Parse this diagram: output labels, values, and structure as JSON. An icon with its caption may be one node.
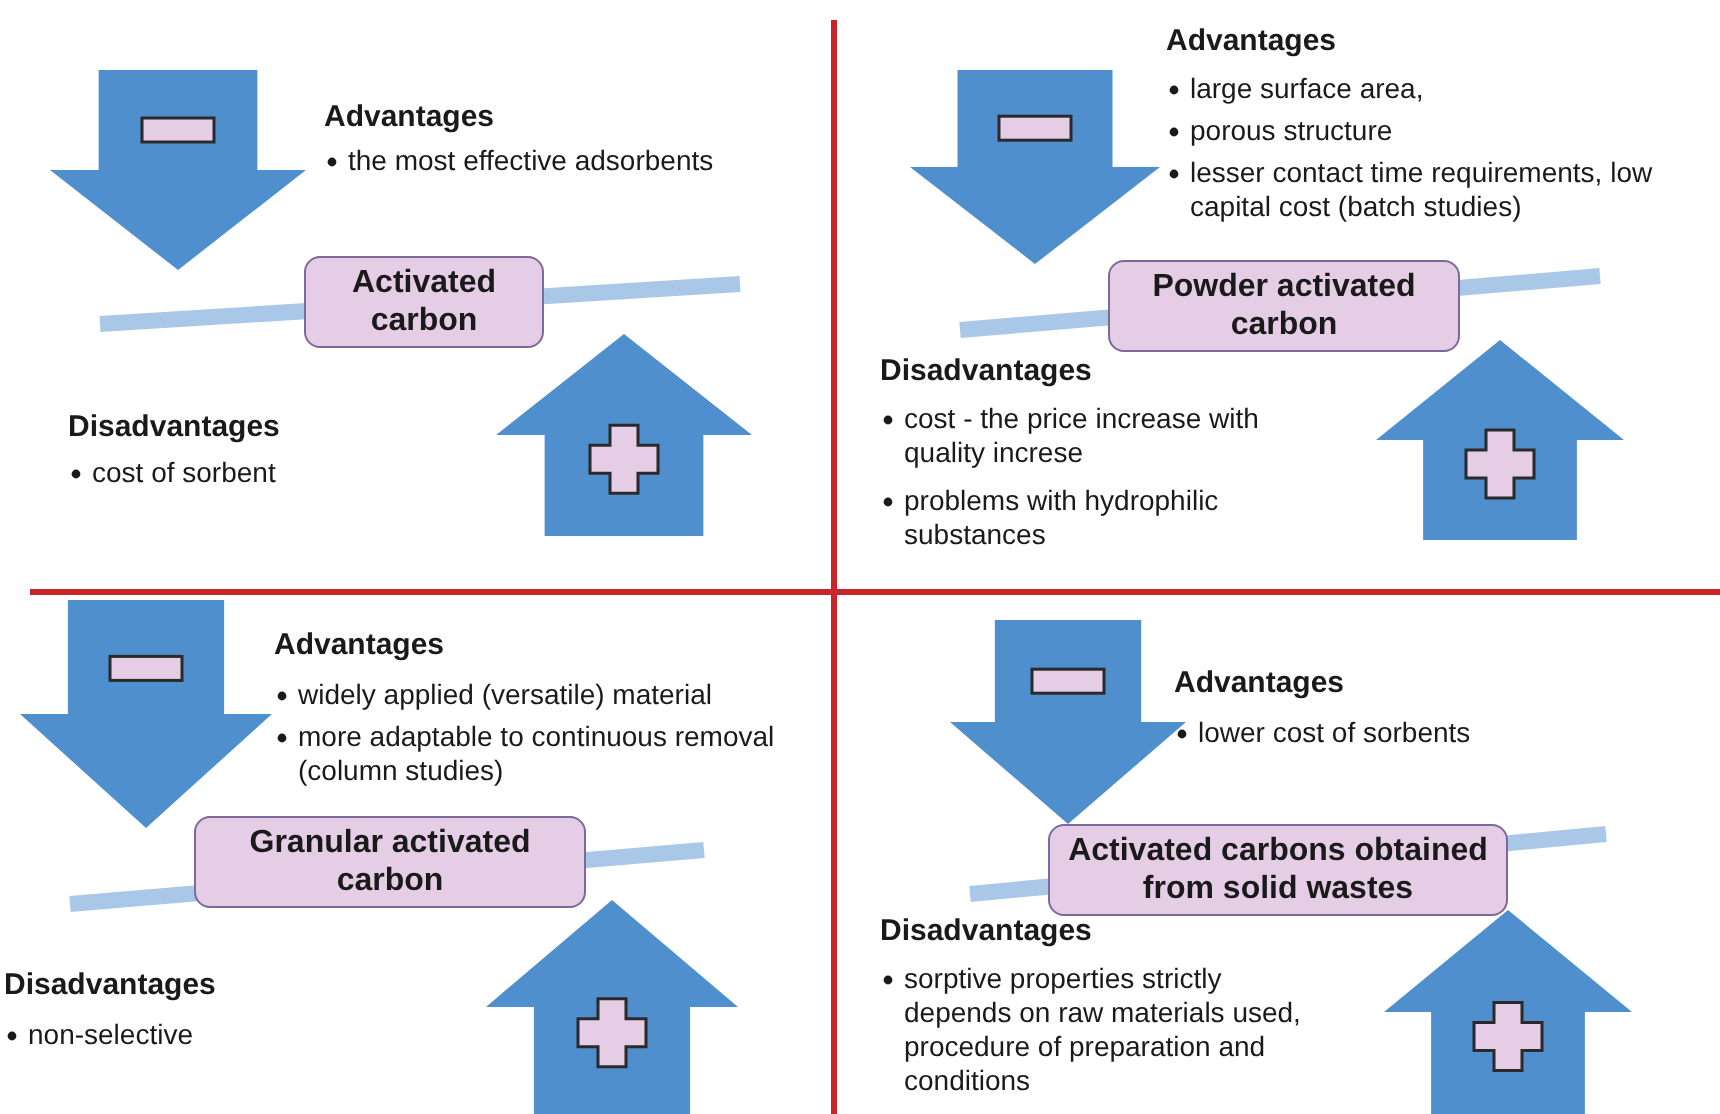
{
  "diagram": {
    "nodes": [
      {
        "text": [
          "Activated carbon"
        ]
      },
      {
        "text": [
          "Powder activated carbon"
        ]
      },
      {
        "text": [
          "Granular activated carbon"
        ]
      },
      {
        "text": [
          "Activated carbons obtained from solid wastes"
        ]
      }
    ],
    "labels": [
      "Advantages",
      "the most effective adsorbents",
      "Disadvantages",
      "cost of sorbent",
      "Advantages",
      "large surface area,",
      "porous structure",
      "lesser contact time requirements, low capital cost (batch studies)",
      "Disadvantages",
      "cost - the price increase with quality increse",
      "problems with hydrophilic substances",
      "Advantages",
      "widely applied (versatile) material",
      "more adaptable to continuous removal (column studies)",
      "Disadvantages",
      "non-selective",
      "Advantages",
      "lower cost of sorbents",
      "Disadvantages",
      "sorptive properties strictly depends on raw materials used, procedure of preparation and conditions"
    ]
  }
}
